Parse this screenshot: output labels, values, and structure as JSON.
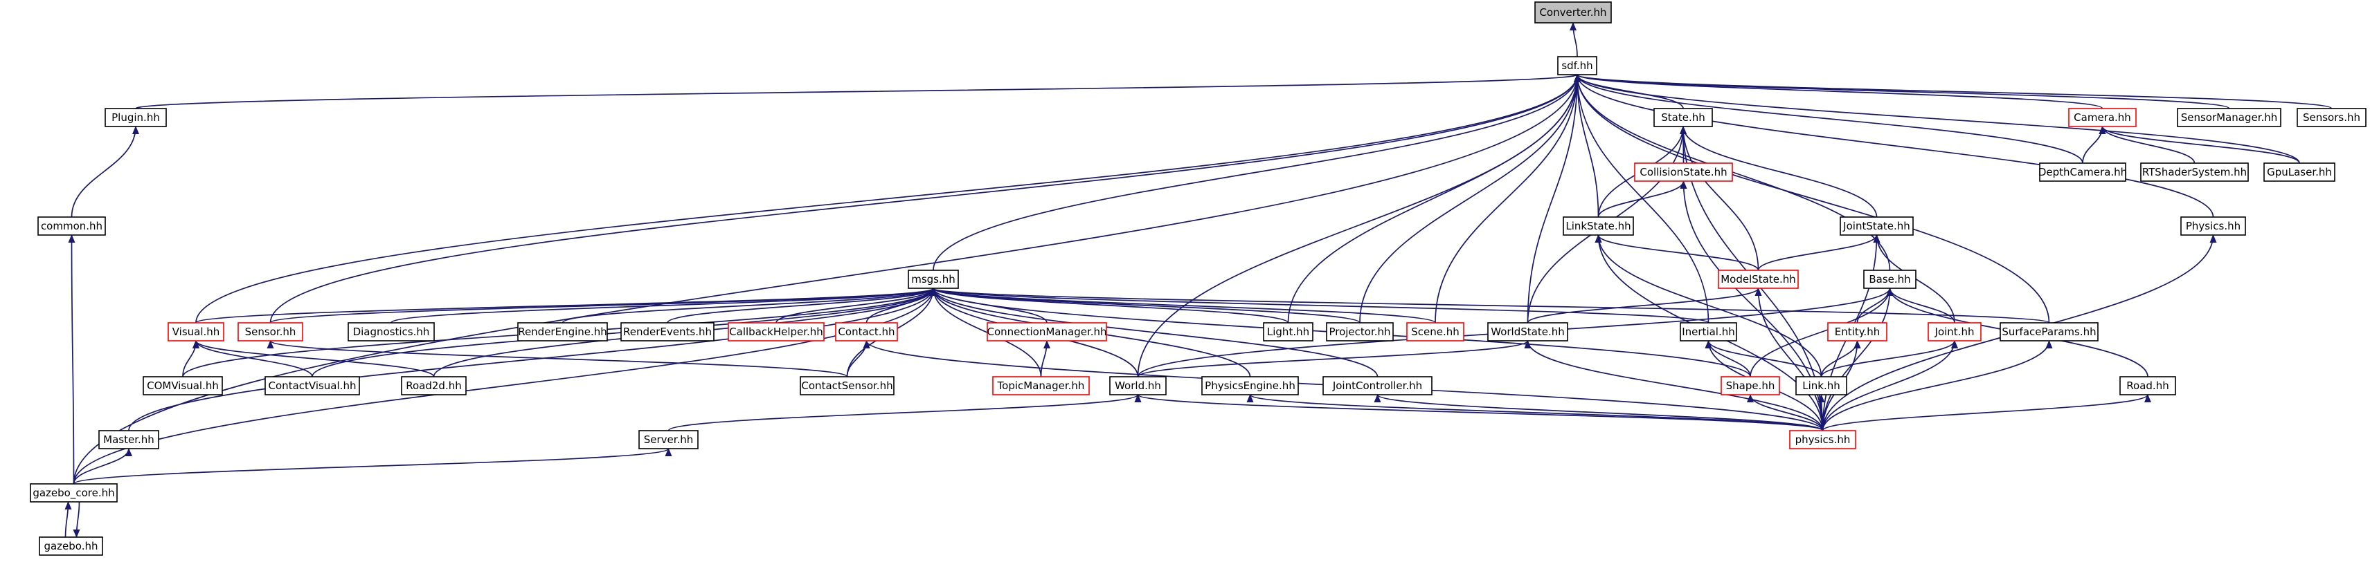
{
  "diagram": {
    "nodes": [
      {
        "id": "converter",
        "label": "Converter.hh",
        "style": "gray"
      },
      {
        "id": "sdf",
        "label": "sdf.hh",
        "style": "black"
      },
      {
        "id": "plugin",
        "label": "Plugin.hh",
        "style": "black"
      },
      {
        "id": "common",
        "label": "common.hh",
        "style": "black"
      },
      {
        "id": "state",
        "label": "State.hh",
        "style": "black"
      },
      {
        "id": "collisionstate",
        "label": "CollisionState.hh",
        "style": "red"
      },
      {
        "id": "linkstate",
        "label": "LinkState.hh",
        "style": "black"
      },
      {
        "id": "jointstate",
        "label": "JointState.hh",
        "style": "black"
      },
      {
        "id": "modelstate",
        "label": "ModelState.hh",
        "style": "red"
      },
      {
        "id": "camera",
        "label": "Camera.hh",
        "style": "red"
      },
      {
        "id": "depthcamera",
        "label": "DepthCamera.hh",
        "style": "black"
      },
      {
        "id": "rtshader",
        "label": "RTShaderSystem.hh",
        "style": "black"
      },
      {
        "id": "gpulaser",
        "label": "GpuLaser.hh",
        "style": "black"
      },
      {
        "id": "sensormanager",
        "label": "SensorManager.hh",
        "style": "black"
      },
      {
        "id": "sensors",
        "label": "Sensors.hh",
        "style": "black"
      },
      {
        "id": "physicsmain",
        "label": "Physics.hh",
        "style": "black"
      },
      {
        "id": "msgs",
        "label": "msgs.hh",
        "style": "black"
      },
      {
        "id": "base",
        "label": "Base.hh",
        "style": "black"
      },
      {
        "id": "visual",
        "label": "Visual.hh",
        "style": "red"
      },
      {
        "id": "sensor",
        "label": "Sensor.hh",
        "style": "red"
      },
      {
        "id": "diagnostics",
        "label": "Diagnostics.hh",
        "style": "black"
      },
      {
        "id": "renderengine",
        "label": "RenderEngine.hh",
        "style": "black"
      },
      {
        "id": "renderevents",
        "label": "RenderEvents.hh",
        "style": "black"
      },
      {
        "id": "callbackhelper",
        "label": "CallbackHelper.hh",
        "style": "red"
      },
      {
        "id": "contact",
        "label": "Contact.hh",
        "style": "red"
      },
      {
        "id": "connectionmanager",
        "label": "ConnectionManager.hh",
        "style": "red"
      },
      {
        "id": "light",
        "label": "Light.hh",
        "style": "black"
      },
      {
        "id": "projector",
        "label": "Projector.hh",
        "style": "black"
      },
      {
        "id": "scene",
        "label": "Scene.hh",
        "style": "red"
      },
      {
        "id": "worldstate",
        "label": "WorldState.hh",
        "style": "black"
      },
      {
        "id": "inertial",
        "label": "Inertial.hh",
        "style": "black"
      },
      {
        "id": "entity",
        "label": "Entity.hh",
        "style": "red"
      },
      {
        "id": "joint",
        "label": "Joint.hh",
        "style": "red"
      },
      {
        "id": "surfaceparams",
        "label": "SurfaceParams.hh",
        "style": "black"
      },
      {
        "id": "comvisual",
        "label": "COMVisual.hh",
        "style": "black"
      },
      {
        "id": "contactvisual",
        "label": "ContactVisual.hh",
        "style": "black"
      },
      {
        "id": "road2d",
        "label": "Road2d.hh",
        "style": "black"
      },
      {
        "id": "contactsensor",
        "label": "ContactSensor.hh",
        "style": "black"
      },
      {
        "id": "topicmanager",
        "label": "TopicManager.hh",
        "style": "red"
      },
      {
        "id": "world",
        "label": "World.hh",
        "style": "black"
      },
      {
        "id": "physicsengine",
        "label": "PhysicsEngine.hh",
        "style": "black"
      },
      {
        "id": "jointcontroller",
        "label": "JointController.hh",
        "style": "black"
      },
      {
        "id": "shape",
        "label": "Shape.hh",
        "style": "red"
      },
      {
        "id": "link",
        "label": "Link.hh",
        "style": "black"
      },
      {
        "id": "road",
        "label": "Road.hh",
        "style": "black"
      },
      {
        "id": "physics",
        "label": "physics.hh",
        "style": "red"
      },
      {
        "id": "master",
        "label": "Master.hh",
        "style": "black"
      },
      {
        "id": "server",
        "label": "Server.hh",
        "style": "black"
      },
      {
        "id": "gazebocore",
        "label": "gazebo_core.hh",
        "style": "black"
      },
      {
        "id": "gazebo",
        "label": "gazebo.hh",
        "style": "black"
      }
    ],
    "colors": {
      "edge": "#191970",
      "red_border": "#ff0000",
      "gray_fill": "#bfbfbf",
      "border": "#000000"
    }
  }
}
